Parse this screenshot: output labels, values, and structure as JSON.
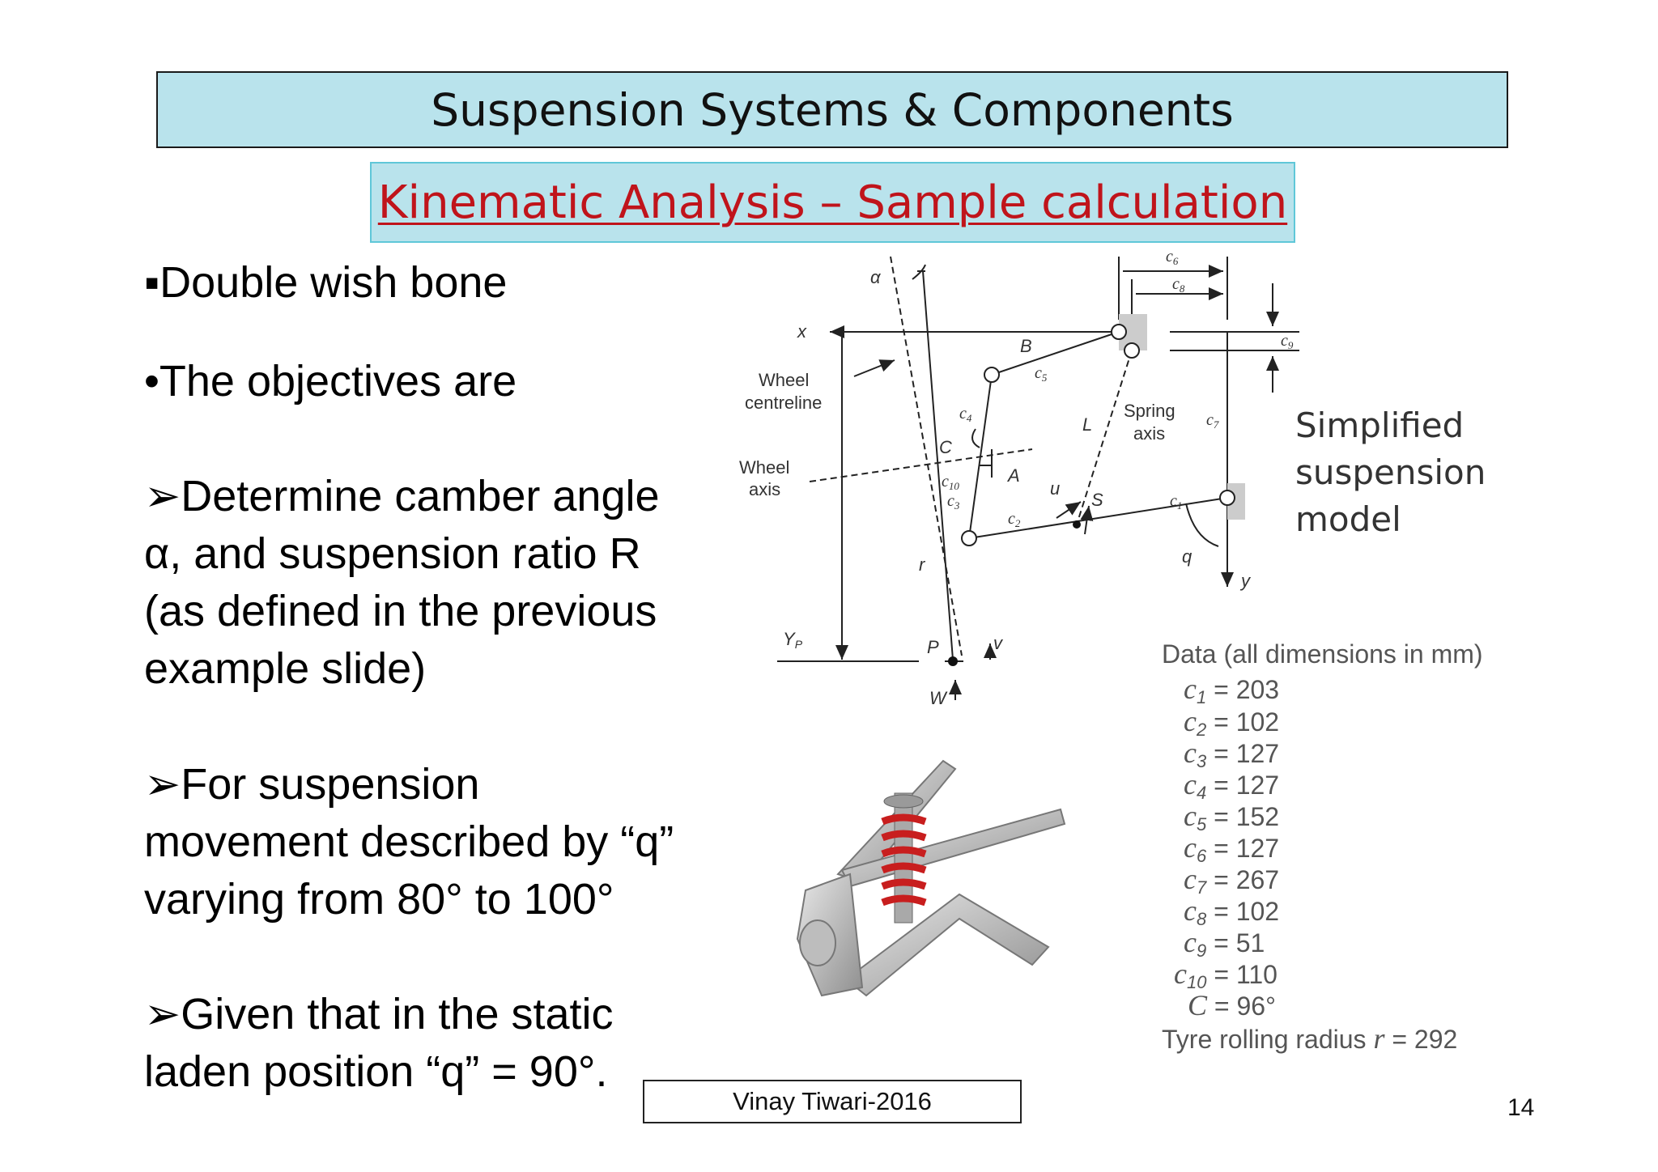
{
  "title": "Suspension Systems & Components",
  "subtitle": "Kinematic Analysis – Sample calculation",
  "bullets": {
    "b1": "▪Double wish bone",
    "b2": "•The objectives are",
    "b3": [
      "➢Determine camber angle",
      "α, and suspension ratio R",
      "(as defined in the previous",
      "example slide)"
    ],
    "b4": [
      "➢For suspension",
      "movement described by “q”",
      "varying from 80° to 100°"
    ],
    "b5": [
      "➢Given that in the static",
      "laden position “q” = 90°."
    ]
  },
  "diagram": {
    "side_label": [
      "Simplified",
      "suspension",
      "model"
    ],
    "labels": {
      "alpha": "α",
      "x": "x",
      "y": "y",
      "B": "B",
      "A": "A",
      "C": "C",
      "L": "L",
      "S": "S",
      "P": "P",
      "r": "r",
      "q": "q",
      "u": "u",
      "v": "v",
      "W": "W",
      "Yp": "Y",
      "Yp_sub": "P",
      "wheel_centreline_1": "Wheel",
      "wheel_centreline_2": "centreline",
      "wheel_axis_1": "Wheel",
      "wheel_axis_2": "axis",
      "spring_axis_1": "Spring",
      "spring_axis_2": "axis",
      "c1": "c",
      "c1s": "1",
      "c2": "c",
      "c2s": "2",
      "c3": "c",
      "c3s": "3",
      "c4": "c",
      "c4s": "4",
      "c5": "c",
      "c5s": "5",
      "c6": "c",
      "c6s": "6",
      "c7": "c",
      "c7s": "7",
      "c8": "c",
      "c8s": "8",
      "c9": "c",
      "c9s": "9",
      "c10": "c",
      "c10s": "10"
    }
  },
  "data": {
    "heading": "Data (all dimensions in mm)",
    "rows": [
      {
        "sym": "c",
        "sub": "1",
        "val": " = 203"
      },
      {
        "sym": "c",
        "sub": "2",
        "val": " = 102"
      },
      {
        "sym": "c",
        "sub": "3",
        "val": " = 127"
      },
      {
        "sym": "c",
        "sub": "4",
        "val": " = 127"
      },
      {
        "sym": "c",
        "sub": "5",
        "val": " = 152"
      },
      {
        "sym": "c",
        "sub": "6",
        "val": " = 127"
      },
      {
        "sym": "c",
        "sub": "7",
        "val": " = 267"
      },
      {
        "sym": "c",
        "sub": "8",
        "val": " = 102"
      },
      {
        "sym": "c",
        "sub": "9",
        "val": " = 51"
      },
      {
        "sym": "c",
        "sub": "10",
        "val": " = 110"
      },
      {
        "sym": "C",
        "sub": "",
        "val": " = 96°"
      }
    ],
    "tyre_prefix": "Tyre rolling radius ",
    "tyre_sym": "r",
    "tyre_val": " = 292"
  },
  "footer": "Vinay Tiwari-2016",
  "page_number": "14"
}
